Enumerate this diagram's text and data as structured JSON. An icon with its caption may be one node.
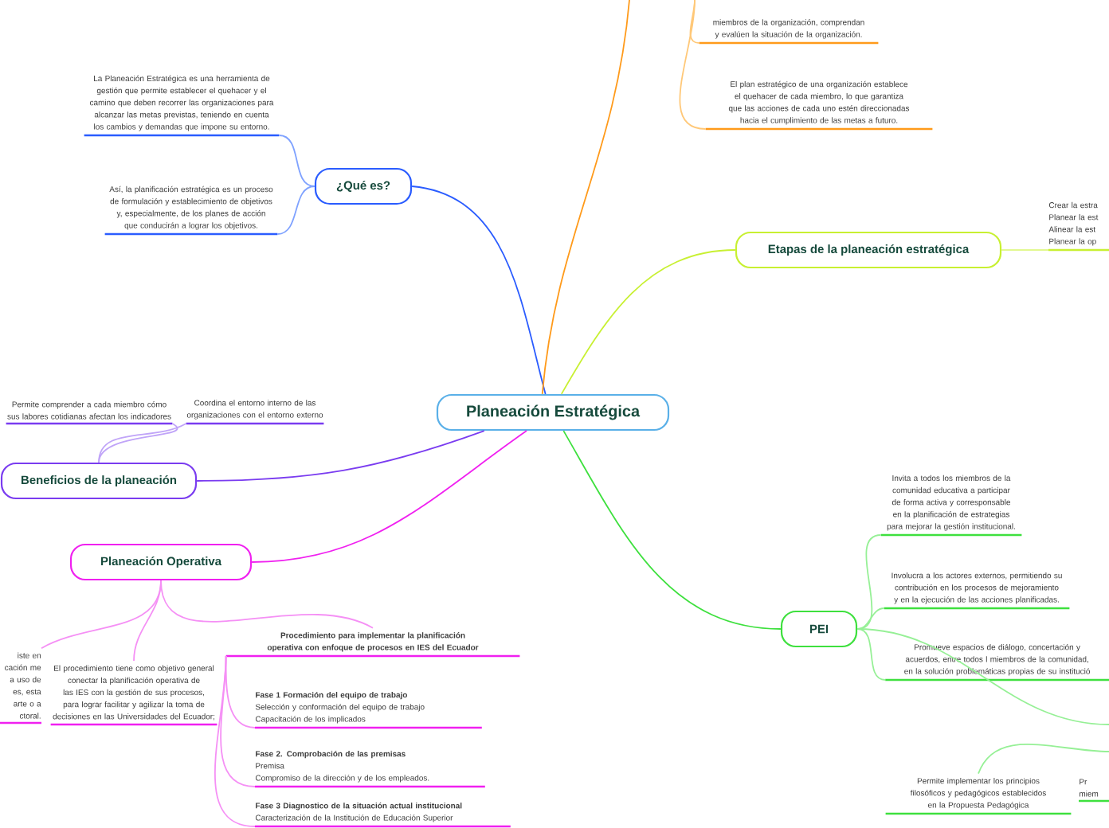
{
  "diagram": {
    "nodes": [
      {
        "text": [
          "Planeación Estratégica"
        ]
      },
      {
        "text": [
          "¿Qué es?"
        ]
      },
      {
        "text": [
          "La Planeación Estratégica es una herramienta de gestión que permite establecer el quehacer y el camino que deben recorrer las organizaciones para alcanzar las metas previstas, teniendo en cuenta los cambios y demandas que impone su entorno."
        ]
      },
      {
        "text": [
          "Así, la planificación estratégica es un proceso de formulación y establecimiento de objetivos y, especialmente, de los planes de acción que conducirán a lograr los objetivos."
        ]
      },
      {
        "text": [
          "miembros de la organización, comprendan y evalúen la situación de la organización."
        ]
      },
      {
        "text": [
          "El plan estratégico de una organización establece el quehacer de cada miembro, lo que garantiza que las acciones de cada uno estén direccionadas hacia el cumplimiento de las metas a futuro."
        ]
      },
      {
        "text": [
          "Etapas de la planeación estratégica"
        ]
      },
      {
        "text": [
          "Crear la estra",
          "Planear la est",
          "Alinear la est",
          "Planear la op"
        ]
      },
      {
        "text": [
          "Beneficios de la planeación"
        ]
      },
      {
        "text": [
          "Permite comprender a cada miembro cómo sus labores cotidianas afectan los indicadores"
        ]
      },
      {
        "text": [
          "Coordina el entorno interno de las organizaciones con el entorno externo"
        ]
      },
      {
        "text": [
          "Planeación Operativa"
        ]
      },
      {
        "text": [
          "iste en cación me a uso de es, esta arte o a ctoral."
        ]
      },
      {
        "text": [
          "El procedimiento tiene como objetivo general conectar la planificación operativa de las IES con la gestión de sus procesos, para lograr facilitar y agilizar la toma de decisiones en las Universidades del Ecuador;"
        ]
      },
      {
        "text": [
          "Procedimiento para implementar la planificación operativa con enfoque de procesos en IES del Ecuador"
        ]
      },
      {
        "text": [
          "Fase 1 Formación del equipo de trabajo",
          "Selección y conformación del equipo de trabajo",
          "Capacitación de los implicados"
        ]
      },
      {
        "text": [
          "Fase 2. Comprobación de las premisas",
          "Premisa",
          "Compromiso de la dirección y de los empleados."
        ]
      },
      {
        "text": [
          "Fase 3 Diagnostico de la situación actual institucional",
          "Caracterización de la Institución de Educación Superior"
        ]
      },
      {
        "text": [
          "PEI"
        ]
      },
      {
        "text": [
          "Invita a todos los miembros de la comunidad educativa a participar de forma activa y corresponsable en la planificación de estrategias para mejorar la gestión institucional."
        ]
      },
      {
        "text": [
          "Involucra a los actores externos, permitiendo su contribución en los procesos de mejoramiento y en la ejecución de las acciones planificadas."
        ]
      },
      {
        "text": [
          "Promueve espacios de diálogo, concertación y acuerdos, entre todos l miembros de la comunidad, en la solución problemáticas propias de su institució"
        ]
      },
      {
        "text": [
          "Permite implementar los principios filosóficos y pedagógicos establecidos en la Propuesta Pedagógica"
        ]
      },
      {
        "text": [
          "Pr",
          "miem"
        ]
      }
    ],
    "edges": [
      {
        "from": 0,
        "to": 1,
        "arrow": "none",
        "color": "#2a5cff"
      },
      {
        "from": 1,
        "to": 2,
        "arrow": "none",
        "color": "#7fa2ff"
      },
      {
        "from": 1,
        "to": 3,
        "arrow": "none",
        "color": "#7fa2ff"
      },
      {
        "from": 0,
        "to": null,
        "arrow": "none",
        "color": "#ff9a1a"
      },
      {
        "from": null,
        "to": 4,
        "arrow": "none",
        "color": "#ffc878"
      },
      {
        "from": null,
        "to": 5,
        "arrow": "none",
        "color": "#ffc878"
      },
      {
        "from": 0,
        "to": 6,
        "arrow": "none",
        "color": "#c8f032"
      },
      {
        "from": 6,
        "to": 7,
        "arrow": "none",
        "color": "#e2f890"
      },
      {
        "from": 0,
        "to": 8,
        "arrow": "none",
        "color": "#7a3cf0"
      },
      {
        "from": 8,
        "to": 9,
        "arrow": "none",
        "color": "#c0a4f8"
      },
      {
        "from": 8,
        "to": 10,
        "arrow": "none",
        "color": "#c0a4f8"
      },
      {
        "from": 0,
        "to": 11,
        "arrow": "none",
        "color": "#f020f0"
      },
      {
        "from": 11,
        "to": 12,
        "arrow": "none",
        "color": "#f590f5"
      },
      {
        "from": 11,
        "to": 13,
        "arrow": "none",
        "color": "#f590f5"
      },
      {
        "from": 11,
        "to": 14,
        "arrow": "none",
        "color": "#f590f5"
      },
      {
        "from": 14,
        "to": 15,
        "arrow": "none",
        "color": "#f590f5"
      },
      {
        "from": 14,
        "to": 16,
        "arrow": "none",
        "color": "#f590f5"
      },
      {
        "from": 14,
        "to": 17,
        "arrow": "none",
        "color": "#f590f5"
      },
      {
        "from": 0,
        "to": 18,
        "arrow": "none",
        "color": "#3ee03e"
      },
      {
        "from": 18,
        "to": 19,
        "arrow": "none",
        "color": "#96f096"
      },
      {
        "from": 18,
        "to": 20,
        "arrow": "none",
        "color": "#96f096"
      },
      {
        "from": 18,
        "to": 21,
        "arrow": "none",
        "color": "#96f096"
      },
      {
        "from": 18,
        "to": null,
        "arrow": "none",
        "color": "#96f096"
      },
      {
        "from": null,
        "to": 22,
        "arrow": "none",
        "color": "#96f096"
      }
    ]
  }
}
